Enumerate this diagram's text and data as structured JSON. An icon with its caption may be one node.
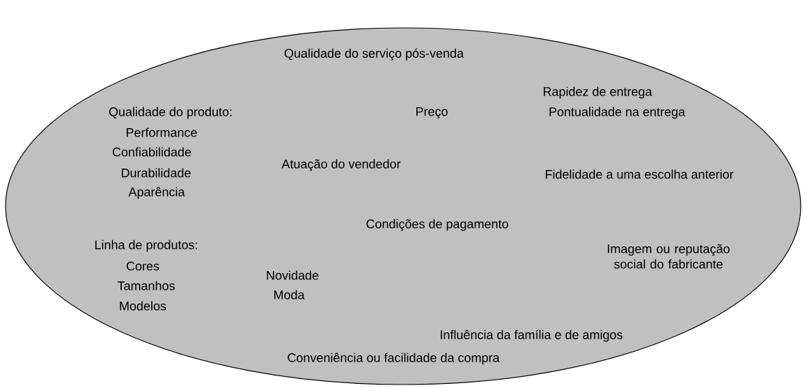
{
  "diagram": {
    "nodes": [
      {
        "text": [
          "Qualidade do serviço pós-venda",
          "Qualidade do produto:",
          "Performance",
          "Confiabilidade",
          "Durabilidade",
          "Aparência",
          "Preço",
          "Rapidez de entrega",
          "Pontualidade na entrega",
          "Atuação do vendedor",
          "Fidelidade a uma escolha anterior",
          "Condições de pagamento",
          "Linha de produtos:",
          "Cores",
          "Tamanhos",
          "Modelos",
          "Novidade",
          "Moda",
          "Imagem ou reputação social do fabricante",
          "Influência da família e de amigos",
          "Conveniência ou facilidade da compra"
        ]
      }
    ]
  }
}
